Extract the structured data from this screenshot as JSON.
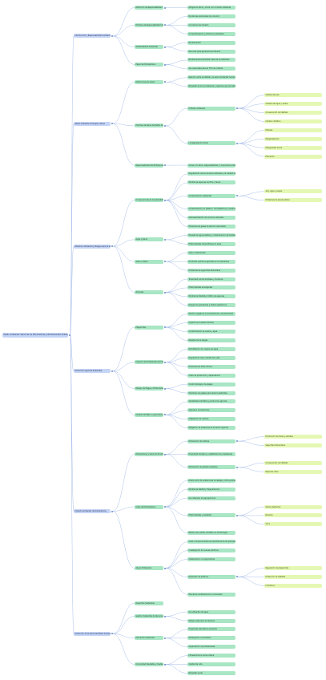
{
  "root": {
    "label": "Medio Ambiente: Salud de los Polinizadores y Biodiversidad Ambiental",
    "children": [
      {
        "label": "Introducción y Responsabilidad Ambiental",
        "children": [
          {
            "label": "Definición de Responsabilidad",
            "children": [
              {
                "label": "Obligación ética y moral con el medio ambiente"
              }
            ]
          },
          {
            "label": "Factores de Responsabilidad Ambiental Individual",
            "children": [
              {
                "label": "Decisiones personales de consumo"
              },
              {
                "label": "Conciencia de impacto"
              },
              {
                "label": "Comportamiento y prácticas sostenibles"
              }
            ]
          },
          {
            "label": "Sostenibilidad Ambiental",
            "children": [
              {
                "label": "Biodiversidad"
              },
              {
                "label": "Recursos para generaciones futuras"
              }
            ]
          },
          {
            "label": "Papel de Polinizadores",
            "children": [
              {
                "label": "Biodiversidad ambiental: base de ecosistemas"
              },
              {
                "label": "Son esenciales para el 75% de cultivos"
              }
            ]
          }
        ]
      },
      {
        "label": "Medio Ambiente: Ecología y Salud",
        "children": [
          {
            "label": "Definiciones de Salud",
            "children": [
              {
                "label": "Relación entre el hábitat y la salud ambiental humana"
              },
              {
                "label": "Bienestar de los ecosistemas y especies que los habitan"
              }
            ]
          },
          {
            "label": "Factores de Salud del Medio Ambiente",
            "children": [
              {
                "label": "El Medio Ambiente",
                "children": [
                  {
                    "label": "Calidad del aire"
                  },
                  {
                    "label": "Calidad del agua y suelos"
                  },
                  {
                    "label": "Conservación de hábitats"
                  },
                  {
                    "label": "Cambio climático"
                  }
                ]
              },
              {
                "label": "La Degradación Social",
                "children": [
                  {
                    "label": "Pobreza"
                  },
                  {
                    "label": "Marginalización"
                  },
                  {
                    "label": "Desigualdad social"
                  },
                  {
                    "label": "Educación"
                  }
                ]
              }
            ]
          },
          {
            "label": "Responsabilidad del Profesional Ambiental",
            "children": [
              {
                "label": "Actuar con ética, responsabilidad y compromiso ambiental"
              }
            ]
          }
        ]
      },
      {
        "label": "Deterioro ambiental y Riesgos para la Salud",
        "children": [
          {
            "label": "Consecuencias de Insostenibilidad",
            "children": [
              {
                "label": "Degradación de los recursos naturales y la calidad de vida"
              },
              {
                "label": "Pérdida de especies de flora y fauna"
              },
              {
                "label": "Contaminación ambiental",
                "children": [
                  {
                    "label": "Aire, agua y suelos"
                  },
                  {
                    "label": "Problemas de salud pública"
                  }
                ]
              },
              {
                "label": "Contaminación por plástico, microplásticos y residuos"
              },
              {
                "label": "Sobreexplotación de recursos naturales"
              },
              {
                "label": "Emisiones de gases de efecto invernadero"
              }
            ]
          },
          {
            "label": "Agua y Salud",
            "children": [
              {
                "label": "Escasez de agua potable y contaminación de fuentes hídricas"
              },
              {
                "label": "Enfermedades transmitidas por agua"
              }
            ]
          },
          {
            "label": "Suelo y Salud",
            "children": [
              {
                "label": "Suelo contaminado"
              },
              {
                "label": "Productos químicos agrícolas en los alimentos"
              },
              {
                "label": "Problemas de seguridad alimentaria"
              }
            ]
          },
          {
            "label": "Zoonosis",
            "children": [
              {
                "label": "Transmisión entre animales y humanos"
              },
              {
                "label": "Enfermedades emergentes"
              },
              {
                "label": "Pérdida de hábitats y tráfico de especies"
              },
              {
                "label": "Riesgos de pandemias y brotes epidémicos"
              }
            ]
          }
        ]
      },
      {
        "label": "Producción Agrícola Sostenible",
        "children": [
          {
            "label": "Plaguicidas",
            "children": [
              {
                "label": "Efectos negativos en polinizadores y biodiversidad"
              },
              {
                "label": "Impacto en la salud humana"
              },
              {
                "label": "Contaminación de suelos y agua"
              },
              {
                "label": "Resistencia de plagas"
              }
            ]
          },
          {
            "label": "Impacto de Fertilizantes Químicos",
            "children": [
              {
                "label": "Eutrofización de cuerpos de agua"
              },
              {
                "label": "Degradación de la calidad del suelo"
              },
              {
                "label": "Emisiones de óxido nitroso"
              },
              {
                "label": "Costo de producción y dependencia"
              }
            ]
          },
          {
            "label": "Manejo de Plagas y Enfermedades",
            "children": [
              {
                "label": "Control biológico de plagas"
              },
              {
                "label": "Monitoreo de plagas para reducir pesticidas"
              }
            ]
          },
          {
            "label": "Cambio Climático y Agricultura",
            "children": [
              {
                "label": "Variabilidad climática y producción agrícola"
              },
              {
                "label": "Sequías e inundaciones"
              },
              {
                "label": "Adaptación de cultivos"
              },
              {
                "label": "Mitigación de emisiones en el sector agrícola"
              }
            ]
          }
        ]
      },
      {
        "label": "Impacto Ambiental de Polinizadores",
        "children": [
          {
            "label": "Polinizadores y Servicios Ecosistémicos",
            "children": [
              {
                "label": "Polinización de Cultivos",
                "children": [
                  {
                    "label": "Producción de frutas y semillas"
                  },
                  {
                    "label": "Seguridad alimentaria"
                  }
                ]
              },
              {
                "label": "Diversidad biológica y estabilidad de ecosistemas"
              },
              {
                "label": "Polinización de plantas silvestres",
                "children": [
                  {
                    "label": "Conservación de hábitats"
                  },
                  {
                    "label": "Especies clave"
                  }
                ]
              }
            ]
          },
          {
            "label": "Crisis de Polinizadores",
            "children": [
              {
                "label": "Disminución de poblaciones de abejas y otros polinizadores"
              },
              {
                "label": "Pérdida de hábitat y fragmentación"
              },
              {
                "label": "Uso intensivo de agroquímicos"
              },
              {
                "label": "Enfermedades y parásitos",
                "children": [
                  {
                    "label": "Varroa destructor"
                  },
                  {
                    "label": "Nosema"
                  },
                  {
                    "label": "Virus"
                  }
                ]
              },
              {
                "label": "Efectos del cambio climático en la fenología"
              }
            ]
          },
          {
            "label": "Apoyo Profesional",
            "children": [
              {
                "label": "Crear conciencia sobre la importancia de los polinizadores"
              },
              {
                "label": "Investigación de nuevas prácticas"
              },
              {
                "label": "Colaboración con agricultores"
              },
              {
                "label": "Desarrollo de políticas",
                "children": [
                  {
                    "label": "Regulación de plaguicidas"
                  },
                  {
                    "label": "Protección de hábitats"
                  },
                  {
                    "label": "Incentivos"
                  }
                ]
              },
              {
                "label": "Educación ambiental en la comunidad"
              }
            ]
          }
        ]
      },
      {
        "label": "Protección de la Salud del Medio Ambiente",
        "children": [
          {
            "label": "Desarrollo Sostenible",
            "children": []
          },
          {
            "label": "Gestión Sostenible de Recursos",
            "children": [
              {
                "label": "Uso eficiente del agua"
              },
              {
                "label": "Manejo adecuado de residuos"
              }
            ]
          },
          {
            "label": "Educación Ambiental",
            "children": [
              {
                "label": "Programas educativos escolares"
              },
              {
                "label": "Participación comunitaria"
              },
              {
                "label": "Capacitación de profesionales"
              }
            ]
          },
          {
            "label": "Comunidad Saludable y Sostenible",
            "children": [
              {
                "label": "Infraestructura verde urbana"
              },
              {
                "label": "Calidad de vida"
              },
              {
                "label": "Bienestar social"
              }
            ]
          }
        ]
      }
    ]
  },
  "colors": {
    "level0": "#c4d4f6",
    "level1": "#c4d4f6",
    "level2": "#a8e6c4",
    "level3": "#a8e6c4",
    "level4": "#e4f8b4",
    "edge": "#9db7e8"
  }
}
